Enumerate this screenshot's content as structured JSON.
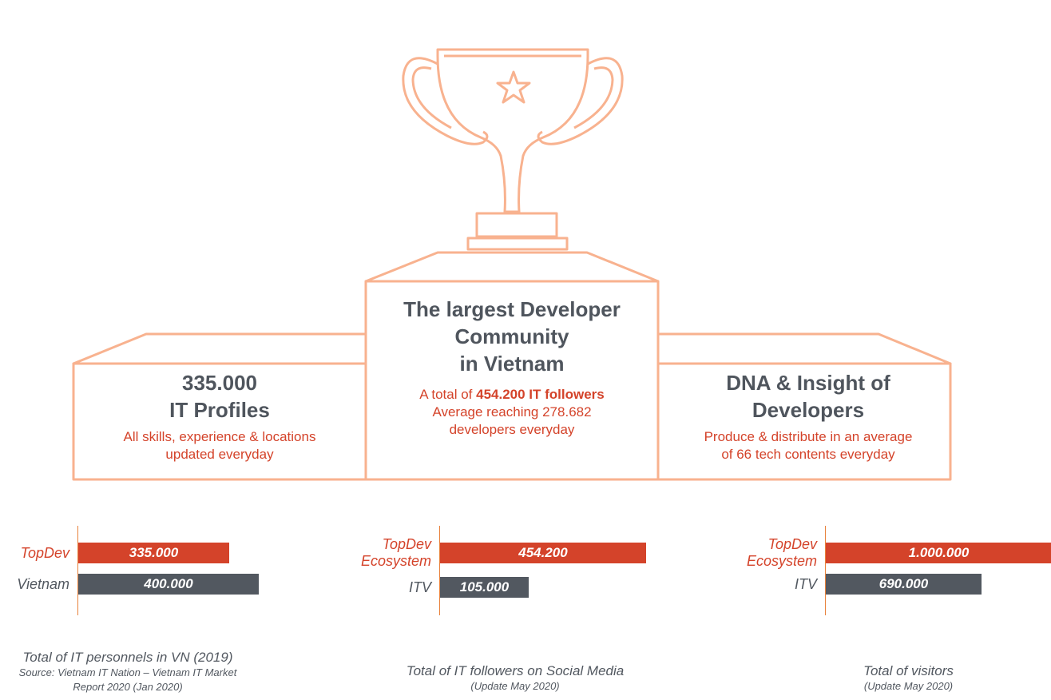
{
  "colors": {
    "outline": "#f8b28f",
    "accent": "#d4432a",
    "dark": "#525860"
  },
  "podium": {
    "left": {
      "title_line1": "335.000",
      "title_line2": "IT Profiles",
      "desc_line1": "All skills, experience & locations",
      "desc_line2": "updated everyday"
    },
    "center": {
      "title_line1": "The largest Developer",
      "title_line2": "Community",
      "title_line3": "in Vietnam",
      "desc_prefix": "A total of ",
      "desc_bold": "454.200 IT followers",
      "desc_line2": "Average reaching 278.682",
      "desc_line3": "developers everyday"
    },
    "right": {
      "title_line1": "DNA & Insight of",
      "title_line2": "Developers",
      "desc_line1": "Produce & distribute in an average",
      "desc_line2": "of 66 tech contents everyday"
    }
  },
  "chart_data": [
    {
      "type": "bar",
      "orientation": "horizontal",
      "categories": [
        "TopDev",
        "Vietnam"
      ],
      "values": [
        335000,
        400000
      ],
      "value_labels": [
        "335.000",
        "400.000"
      ],
      "title": "Total of IT personnels in VN (2019)",
      "subtitle_line1": "Source: Vietnam IT Nation – Vietnam IT Market",
      "subtitle_line2": "Report 2020 (Jan 2020)"
    },
    {
      "type": "bar",
      "orientation": "horizontal",
      "categories": [
        "TopDev Ecosystem",
        "ITV"
      ],
      "category_lines": [
        [
          "TopDev",
          "Ecosystem"
        ],
        [
          "ITV"
        ]
      ],
      "values": [
        454200,
        105000
      ],
      "value_labels": [
        "454.200",
        "105.000"
      ],
      "title": "Total of IT followers on Social Media",
      "subtitle_line1": "(Update May 2020)"
    },
    {
      "type": "bar",
      "orientation": "horizontal",
      "categories": [
        "TopDev Ecosystem",
        "ITV"
      ],
      "category_lines": [
        [
          "TopDev",
          "Ecosystem"
        ],
        [
          "ITV"
        ]
      ],
      "values": [
        1000000,
        690000
      ],
      "value_labels": [
        "1.000.000",
        "690.000"
      ],
      "title": "Total of visitors",
      "subtitle_line1": "(Update May 2020)"
    }
  ]
}
